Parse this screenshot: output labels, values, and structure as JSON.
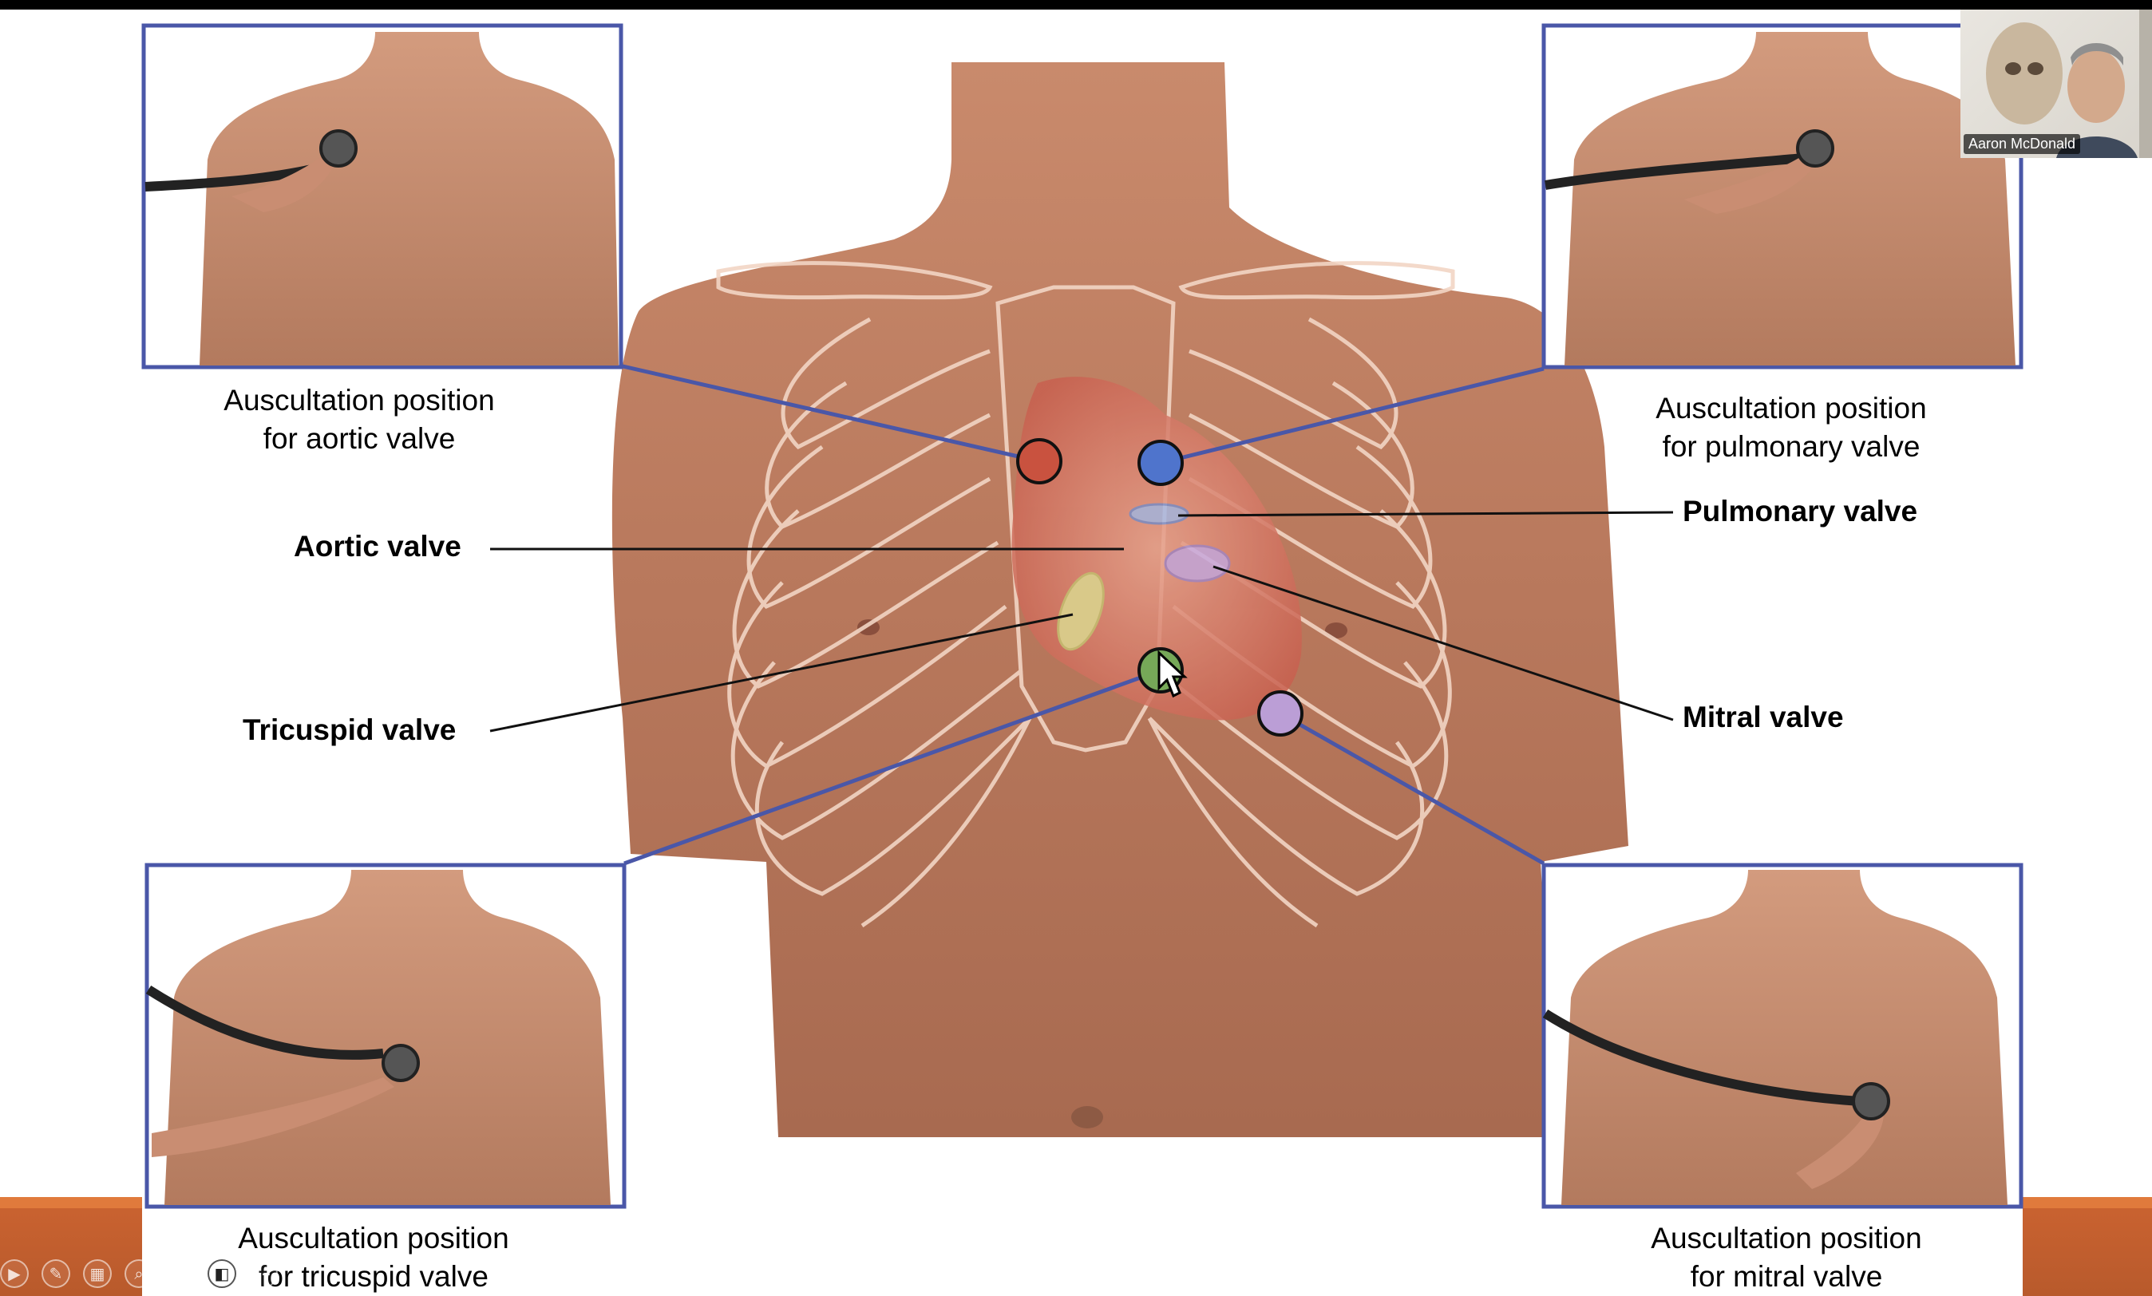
{
  "slide": {
    "captions": {
      "aortic": [
        "Auscultation position",
        "for aortic valve"
      ],
      "pulmonary": [
        "Auscultation position",
        "for pulmonary valve"
      ],
      "tricuspid": [
        "Auscultation position",
        "for tricuspid valve"
      ],
      "mitral": [
        "Auscultation position",
        "for mitral valve"
      ]
    },
    "valve_labels": {
      "aortic": "Aortic valve",
      "pulmonary": "Pulmonary valve",
      "tricuspid": "Tricuspid valve",
      "mitral": "Mitral valve"
    },
    "marker_colors": {
      "aortic": "#c9523f",
      "pulmonary": "#4f74cc",
      "tricuspid": "#76a858",
      "mitral": "#bb9ed6"
    },
    "frame_color": "#4a57a8",
    "accent_orange": "#c96230"
  },
  "video": {
    "participant_name": "Aaron McDonald"
  },
  "toolbar": {
    "icons": [
      "play-icon",
      "pen-icon",
      "slides-icon",
      "zoom-icon",
      "subtitles-icon",
      "camera-icon",
      "more-icon"
    ]
  }
}
